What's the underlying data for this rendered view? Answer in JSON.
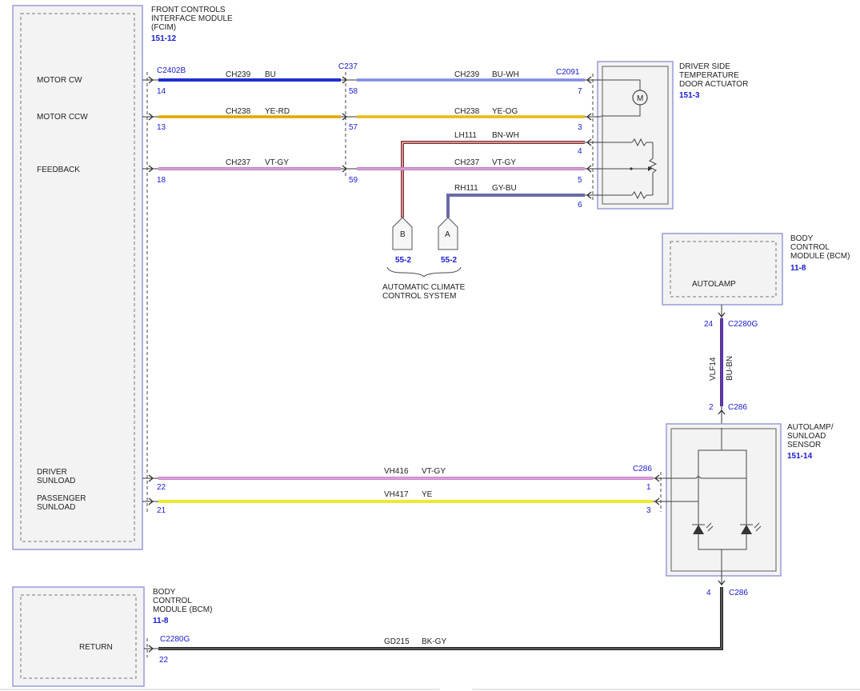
{
  "fcim": {
    "name": "FRONT CONTROLS\nINTERFACE MODULE\n(FCIM)",
    "ref": "151-12",
    "labels": [
      "MOTOR CW",
      "MOTOR CCW",
      "FEEDBACK",
      "DRIVER\nSUNLOAD",
      "PASSENGER\nSUNLOAD"
    ]
  },
  "actuator": {
    "name": "DRIVER SIDE\nTEMPERATURE\nDOOR ACTUATOR",
    "ref": "151-3",
    "motor_symbol": "M"
  },
  "bcm_top": {
    "name": "BODY\nCONTROL\nMODULE (BCM)",
    "ref": "11-8",
    "inner_label": "AUTOLAMP"
  },
  "sensor": {
    "name": "AUTOLAMP/\nSUNLOAD\nSENSOR",
    "ref": "151-14"
  },
  "bcm_bottom": {
    "name": "BODY\nCONTROL\nMODULE (BCM)",
    "ref": "11-8",
    "inner_label": "RETURN"
  },
  "connectors": {
    "c2402b": "C2402B",
    "c237": "C237",
    "c2091": "C2091",
    "c2280g_top": "C2280G",
    "c286_top": "C286",
    "c286_right": "C286",
    "c286_bottom": "C286",
    "c2280g_bottom": "C2280G"
  },
  "wires": [
    {
      "circuit": "CH239",
      "color_code": "BU",
      "color": "#1f2fd0"
    },
    {
      "circuit": "CH239",
      "color_code": "BU-WH",
      "color": "#3a48c8"
    },
    {
      "circuit": "CH238",
      "color_code": "YE-RD",
      "color": "#e8c41a"
    },
    {
      "circuit": "CH238",
      "color_code": "YE-OG",
      "color": "#e8d02a"
    },
    {
      "circuit": "LH111",
      "color_code": "BN-WH",
      "color": "#8a2a2a"
    },
    {
      "circuit": "CH237",
      "color_code": "VT-GY",
      "color": "#c77ec7"
    },
    {
      "circuit": "CH237",
      "color_code": "VT-GY",
      "color": "#c77ec7"
    },
    {
      "circuit": "RH111",
      "color_code": "GY-BU",
      "color": "#6a6aa8"
    },
    {
      "circuit": "VLF14",
      "color_code": "BU-BN",
      "color": "#4a2ac8"
    },
    {
      "circuit": "VH416",
      "color_code": "VT-GY",
      "color": "#cf80cf"
    },
    {
      "circuit": "VH417",
      "color_code": "YE",
      "color": "#eeea30"
    },
    {
      "circuit": "GD215",
      "color_code": "BK-GY",
      "color": "#222222"
    }
  ],
  "pins": {
    "fcim_cw": "14",
    "fcim_ccw": "13",
    "fcim_fb": "18",
    "fcim_drv": "22",
    "fcim_pass": "21",
    "c237_cw": "58",
    "c237_ccw": "57",
    "c237_fb": "59",
    "act_7": "7",
    "act_3": "3",
    "act_4": "4",
    "act_5": "5",
    "act_6": "6",
    "bcm_24": "24",
    "sen_2": "2",
    "sen_1": "1",
    "sen_3": "3",
    "sen_4": "4",
    "bcm_22": "22"
  },
  "acc": {
    "conn_b": "B",
    "conn_a": "A",
    "ref_b": "55-2",
    "ref_a": "55-2",
    "caption": "AUTOMATIC CLIMATE\nCONTROL SYSTEM"
  }
}
